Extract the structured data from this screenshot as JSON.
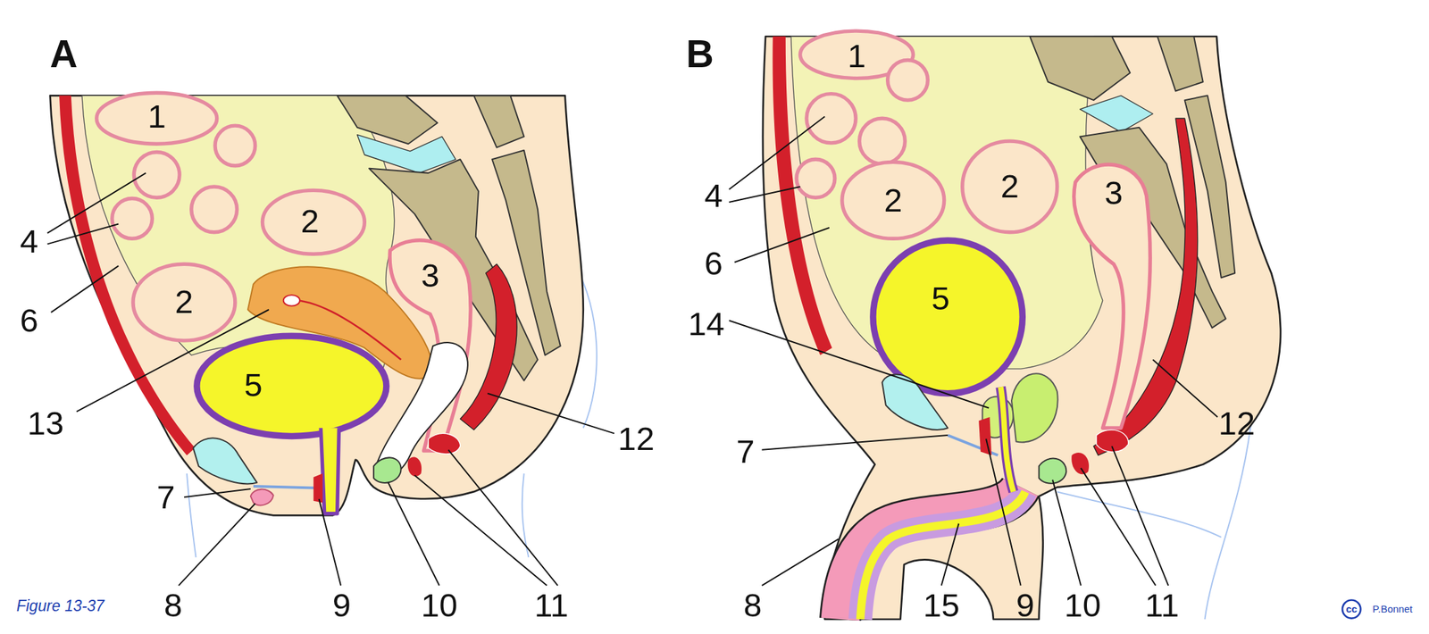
{
  "diagram": {
    "caption": "Figure 13-37",
    "labels": [
      "A",
      "1",
      "2",
      "2",
      "3",
      "5",
      "4",
      "6",
      "13",
      "7",
      "8",
      "9",
      "10",
      "11",
      "12",
      "B",
      "1",
      "2",
      "2",
      "3",
      "5",
      "4",
      "6",
      "14",
      "7",
      "8",
      "15",
      "9",
      "10",
      "11",
      "12",
      "cc",
      "P.Bonnet"
    ]
  }
}
